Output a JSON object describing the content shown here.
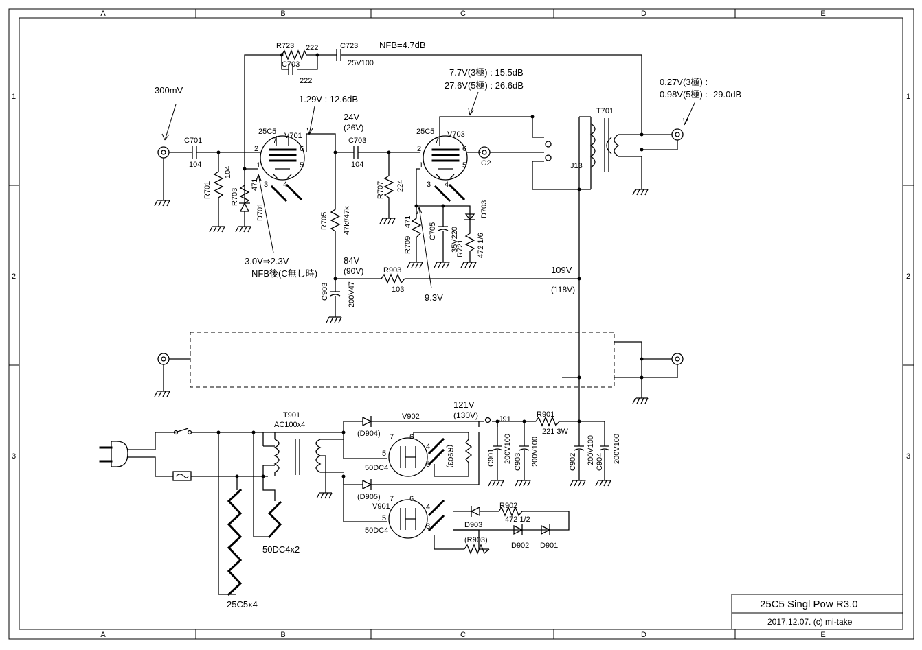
{
  "frame": {
    "col_labels": [
      "A",
      "B",
      "C",
      "D",
      "E"
    ],
    "row_labels": [
      "1",
      "2",
      "3"
    ]
  },
  "title_block": {
    "title": "25C5 Singl Pow   R3.0",
    "date_credit": "2017.12.07.  (c) mi-take"
  },
  "tubes": {
    "v701": {
      "ref": "V701",
      "type": "25C5",
      "pins": [
        "7",
        "6",
        "2",
        "1",
        "5",
        "3",
        "4"
      ]
    },
    "v703": {
      "ref": "V703",
      "type": "25C5",
      "pins": [
        "7",
        "6",
        "2",
        "1",
        "5",
        "3",
        "4"
      ]
    },
    "v902": {
      "ref": "V902",
      "type": "50DC4",
      "pins": [
        "7",
        "6",
        "5",
        "4",
        "3"
      ]
    },
    "v901": {
      "ref": "V901",
      "type": "50DC4",
      "pins": [
        "7",
        "6",
        "5",
        "4",
        "3"
      ]
    }
  },
  "components": {
    "r723": {
      "ref": "R723",
      "value": "222"
    },
    "c703_nfb": {
      "ref": "C703",
      "value": "222"
    },
    "c723": {
      "ref": "C723",
      "value": "25V100"
    },
    "c701": {
      "ref": "C701",
      "value": "104"
    },
    "r701": {
      "ref": "R701",
      "value": "104"
    },
    "r703": {
      "ref": "R703",
      "value": "471"
    },
    "d701": {
      "ref": "D701"
    },
    "c703": {
      "ref": "C703",
      "value": "104"
    },
    "r707": {
      "ref": "R707",
      "value": "224"
    },
    "r705": {
      "ref": "R705",
      "value": "47k//47k"
    },
    "r709": {
      "ref": "R709",
      "value": "471"
    },
    "c705": {
      "ref": "C705",
      "value": "35V220"
    },
    "r721": {
      "ref": "R721",
      "value": "472 1/6"
    },
    "d703": {
      "ref": "D703"
    },
    "g2": {
      "ref": "G2"
    },
    "j13": {
      "ref": "J13"
    },
    "t701": {
      "ref": "T701"
    },
    "r903": {
      "ref": "R903",
      "value": "103"
    },
    "c903_top": {
      "ref": "C903",
      "value": "200V47"
    },
    "t901": {
      "ref": "T901",
      "value": "AC100x4"
    },
    "d904": {
      "ref": "(D904)"
    },
    "d905": {
      "ref": "(D905)"
    },
    "r903_alt": {
      "ref": "(R903)"
    },
    "j91": {
      "ref": "J91"
    },
    "r901": {
      "ref": "R901",
      "value": "221 3W"
    },
    "c901": {
      "ref": "C901",
      "value": "200V100"
    },
    "c903": {
      "ref": "C903",
      "value": "200V100"
    },
    "c902": {
      "ref": "C902",
      "value": "200V100"
    },
    "c904": {
      "ref": "C904",
      "value": "200V100"
    },
    "r902": {
      "ref": "R902",
      "value": "472 1/2"
    },
    "d903": {
      "ref": "D903"
    },
    "d902": {
      "ref": "D902"
    },
    "d901": {
      "ref": "D901"
    }
  },
  "annotations": {
    "input_level": "300mV",
    "nfb": "NFB=4.7dB",
    "v701_out": "1.29V : 12.6dB",
    "v703_gain_1": "7.7V(3極) : 15.5dB",
    "v703_gain_2": "27.6V(5極) : 26.6dB",
    "out_level_1": "0.27V(3極) :",
    "out_level_2": "0.98V(5極) :   -29.0dB",
    "v_24": "24V",
    "v_26": "(26V)",
    "v_84": "84V",
    "v_90": "(90V)",
    "v_109": "109V",
    "v_118": "(118V)",
    "v_121": "121V",
    "v_130": "(130V)",
    "bias_note_1": "3.0V⇒2.3V",
    "bias_note_2": "NFB後(C無し時)",
    "v_9_3": "9.3V",
    "heater_50dc4": "50DC4x2",
    "heater_25c5": "25C5x4"
  },
  "colors": {
    "ink": "#000000",
    "paper": "#ffffff"
  }
}
